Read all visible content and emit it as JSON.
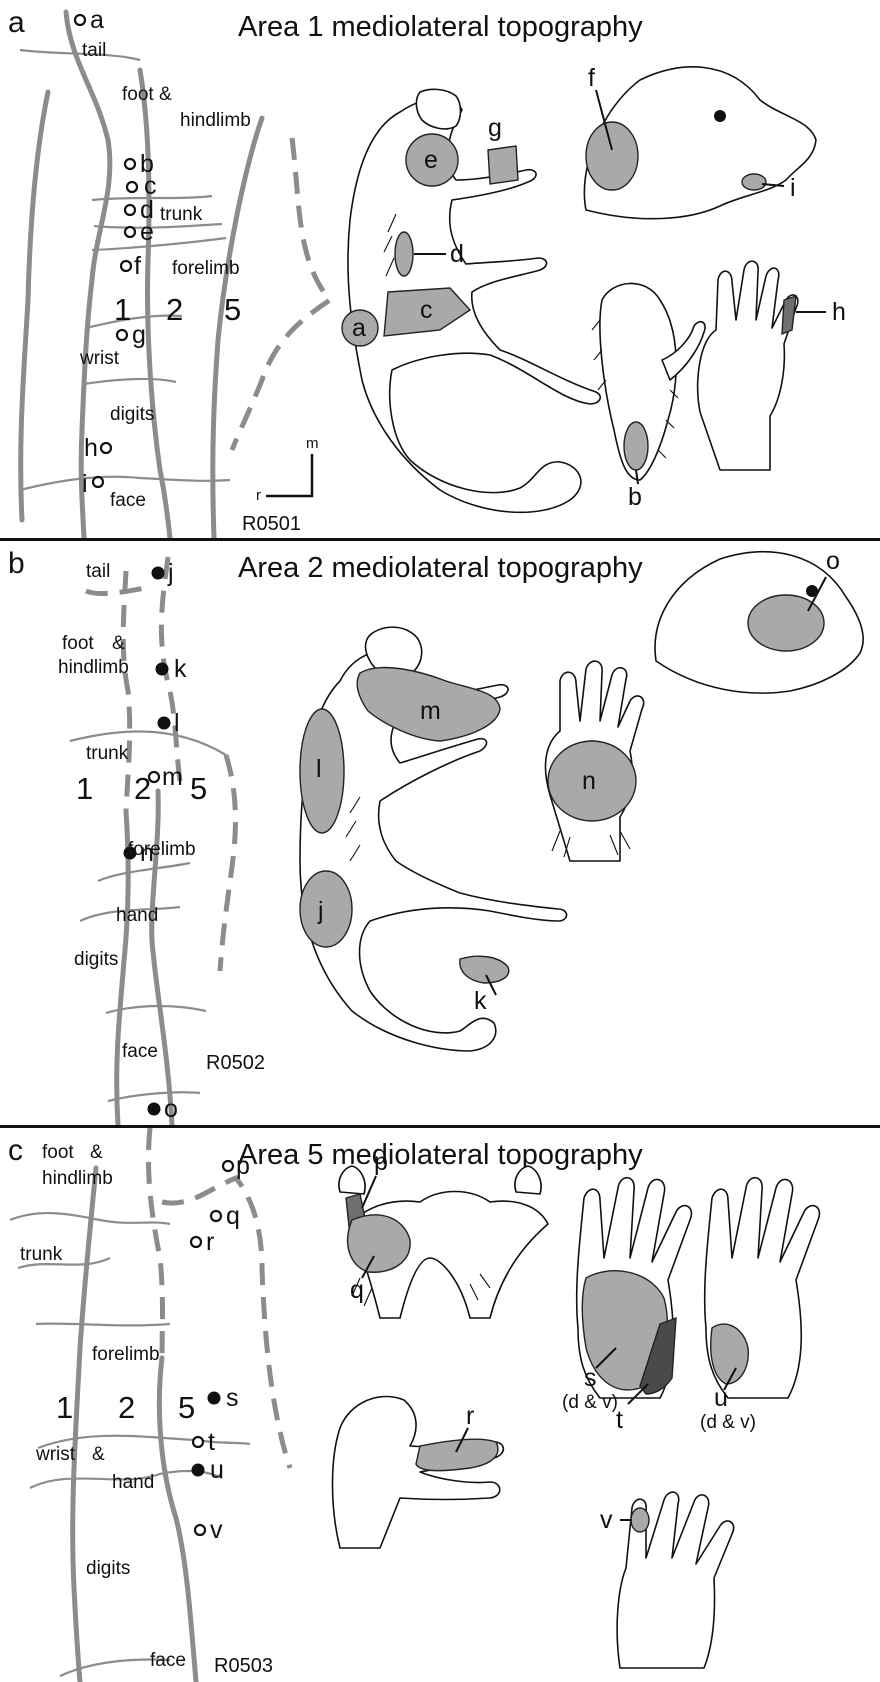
{
  "panels": [
    {
      "letter": "a",
      "title": "Area 1 mediolateral topography",
      "recording": "R0501",
      "areas": [
        "1",
        "2",
        "5"
      ],
      "regions": [
        "tail",
        "foot &\nhindlimb",
        "trunk",
        "forelimb",
        "wrist",
        "digits",
        "face"
      ],
      "sites": [
        "a",
        "b",
        "c",
        "d",
        "e",
        "f",
        "g",
        "h",
        "i"
      ],
      "figure_labels": [
        "e",
        "g",
        "d",
        "a",
        "c",
        "f",
        "i",
        "h",
        "b"
      ],
      "axis": {
        "m": "m",
        "r": "r"
      }
    },
    {
      "letter": "b",
      "title": "Area 2 mediolateral topography",
      "recording": "R0502",
      "areas": [
        "1",
        "2",
        "5"
      ],
      "regions": [
        "tail",
        "foot",
        "&",
        "hindlimb",
        "trunk",
        "forelimb",
        "hand",
        "digits",
        "face"
      ],
      "sites": [
        "j",
        "k",
        "l",
        "m",
        "n",
        "o"
      ],
      "figure_labels": [
        "l",
        "m",
        "j",
        "k",
        "n",
        "o"
      ]
    },
    {
      "letter": "c",
      "title": "Area 5 mediolateral topography",
      "recording": "R0503",
      "areas": [
        "1",
        "2",
        "5"
      ],
      "regions": [
        "foot",
        "&",
        "hindlimb",
        "trunk",
        "forelimb",
        "wrist",
        "&",
        "hand",
        "digits",
        "face"
      ],
      "sites": [
        "p",
        "q",
        "r",
        "s",
        "t",
        "u",
        "v"
      ],
      "figure_labels": [
        "p",
        "q",
        "r",
        "s",
        "(d & v)",
        "t",
        "u",
        "(d & v)",
        "v"
      ]
    }
  ],
  "legend_symbols": {
    "open_circle": "open-circle-marker",
    "filled_circle": "filled-circle-marker"
  },
  "colors": {
    "sulcus": "#8c8c8c",
    "receptive_field": "#a9a9a9",
    "receptive_field_dark": "#6f6f6f",
    "outline": "#111111"
  }
}
